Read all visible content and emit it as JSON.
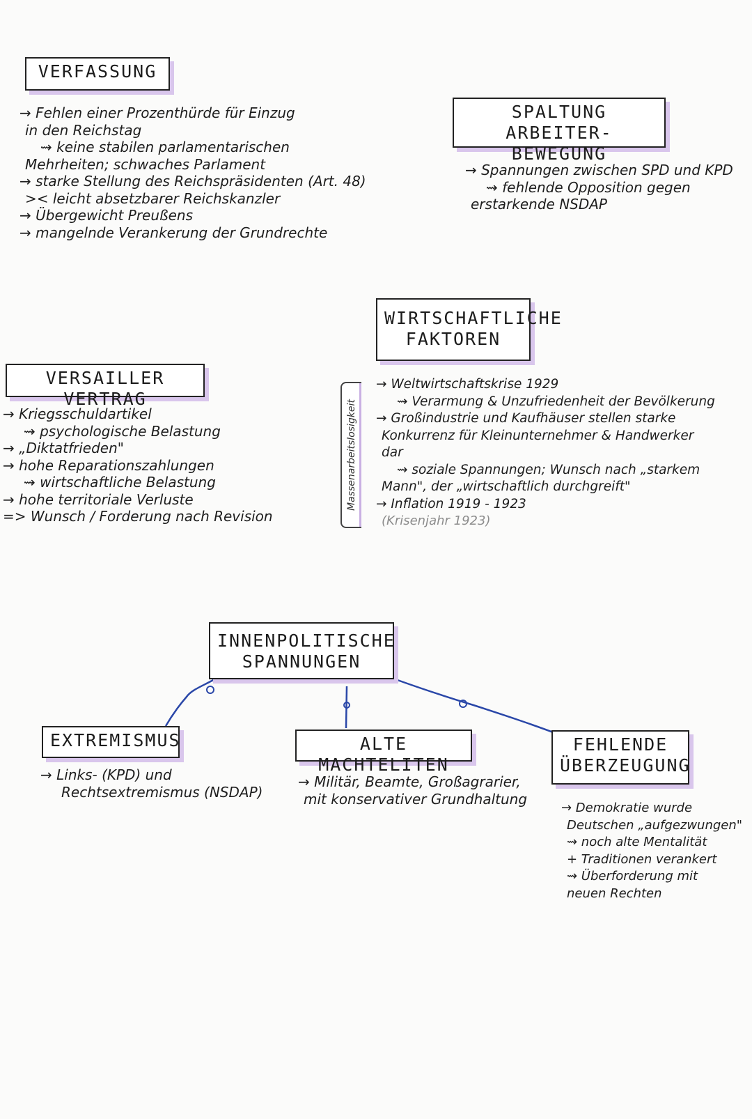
{
  "verfassung": {
    "title": "VERFASSUNG",
    "lines": [
      "→ Fehlen einer Prozenthürde für Einzug",
      "in den Reichstag",
      "⇝ keine stabilen parlamentarischen",
      "Mehrheiten; schwaches Parlament",
      "→ starke Stellung des Reichspräsidenten (Art. 48)",
      "><  leicht absetzbarer Reichskanzler",
      "→ Übergewicht Preußens",
      "→ mangelnde Verankerung der Grundrechte"
    ]
  },
  "spaltung": {
    "title_line1": "SPALTUNG ARBEITER-",
    "title_line2": "BEWEGUNG",
    "lines": [
      "→ Spannungen zwischen SPD und KPD",
      "⇝ fehlende Opposition gegen",
      "erstarkende NSDAP"
    ]
  },
  "wirtschaft": {
    "title_line1": "WIRTSCHAFTLICHE",
    "title_line2": "FAKTOREN",
    "side_label": "Massenarbeitslosigkeit",
    "lines": [
      "→ Weltwirtschaftskrise 1929",
      "⇝ Verarmung & Unzufriedenheit der Bevölkerung",
      "→ Großindustrie und Kaufhäuser stellen starke",
      "Konkurrenz für Kleinunternehmer & Handwerker",
      "dar",
      "⇝ soziale Spannungen; Wunsch nach „starkem",
      "Mann\", der „wirtschaftlich durchgreift\"",
      "→ Inflation 1919 - 1923"
    ],
    "note": "(Krisenjahr 1923)"
  },
  "versailler": {
    "title": "VERSAILLER VERTRAG",
    "lines": [
      "→ Kriegsschuldartikel",
      "⇝ psychologische Belastung",
      "→ „Diktatfrieden\"",
      "→ hohe Reparationszahlungen",
      "⇝ wirtschaftliche Belastung",
      "→ hohe territoriale Verluste",
      "=> Wunsch / Forderung nach Revision"
    ]
  },
  "center": {
    "title_line1": "INNENPOLITISCHE",
    "title_line2": "SPANNUNGEN"
  },
  "extremismus": {
    "title": "EXTREMISMUS",
    "lines": [
      "→ Links- (KPD) und",
      "Rechtsextremismus (NSDAP)"
    ]
  },
  "eliten": {
    "title": "ALTE MACHTELITEN",
    "lines": [
      "→ Militär, Beamte, Großagrarier,",
      "mit konservativer Grundhaltung"
    ]
  },
  "ueberzeugung": {
    "title_line1": "FEHLENDE",
    "title_line2": "ÜBERZEUGUNG",
    "lines": [
      "→ Demokratie wurde",
      "Deutschen „aufgezwungen\"",
      "⇝ noch alte Mentalität",
      "+ Traditionen verankert",
      "⇝ Überforderung mit",
      "neuen Rechten"
    ]
  },
  "colors": {
    "shadow": "#d9c6ec",
    "connector": "#2a47a8"
  }
}
